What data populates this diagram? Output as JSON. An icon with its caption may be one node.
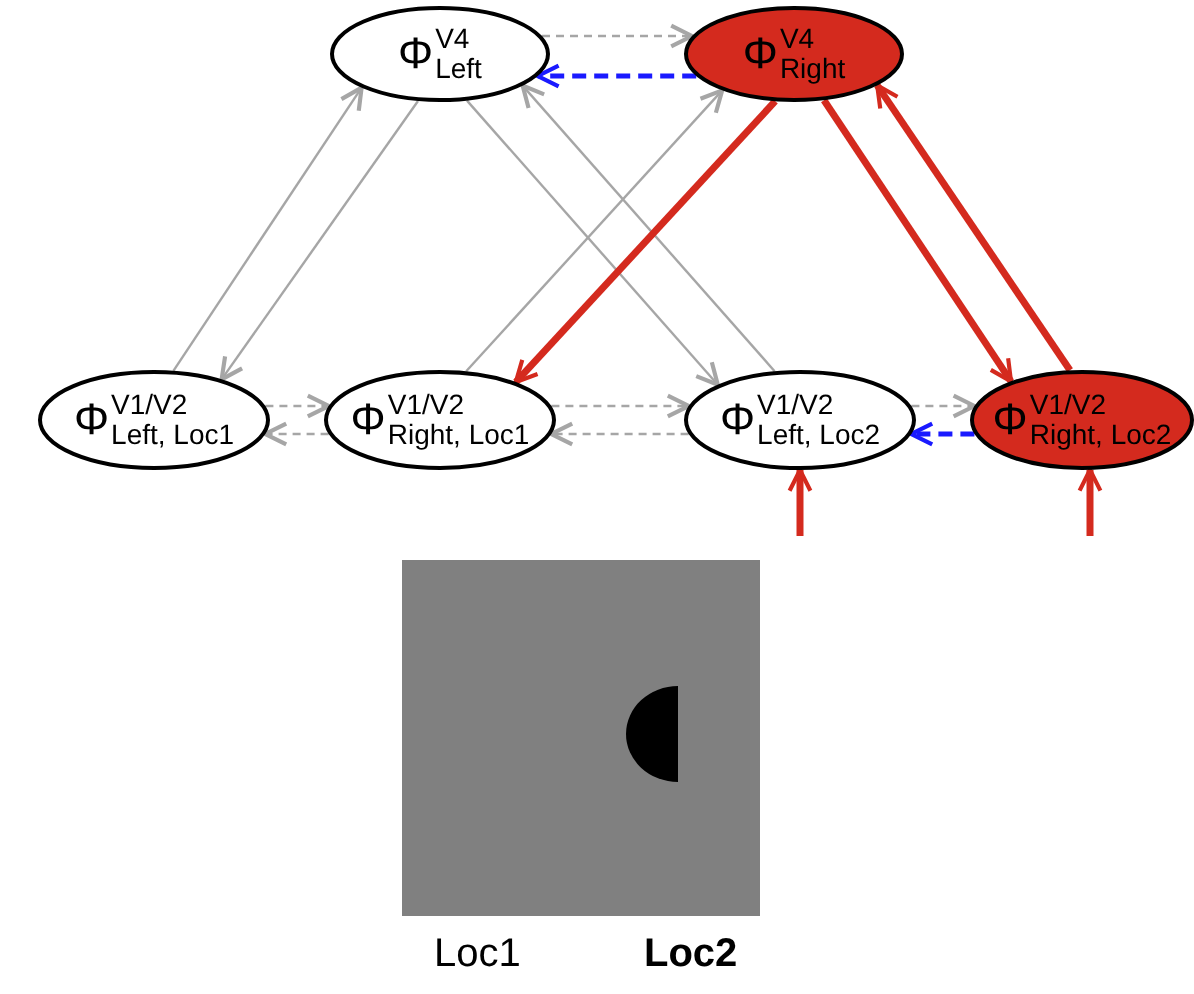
{
  "diagram": {
    "nodes": [
      {
        "text": [
          "Φ$^{V4}$$_{Left}$"
        ]
      },
      {
        "text": [
          "Φ$^{V4}$$_{Right}$"
        ]
      },
      {
        "text": [
          "Φ$^{V1/V2}$$_{Left, Loc1}$"
        ]
      },
      {
        "text": [
          "Φ$^{V1/V2}$$_{Right, Loc1}$"
        ]
      },
      {
        "text": [
          "Φ$^{V1/V2}$$_{Left, Loc2}$"
        ]
      },
      {
        "text": [
          "Φ$^{V1/V2}$$_{Right, Loc2}$"
        ]
      }
    ],
    "edges": [
      {
        "from": 0,
        "to": 1,
        "arrow": "to",
        "style": "dashed"
      },
      {
        "from": 1,
        "to": 0,
        "arrow": "to",
        "style": "dashed",
        "color": "#1a1aff"
      },
      {
        "from": 2,
        "to": 3,
        "arrow": "to",
        "style": "dashed"
      },
      {
        "from": 3,
        "to": 2,
        "arrow": "to",
        "style": "dashed"
      },
      {
        "from": 3,
        "to": 4,
        "arrow": "to",
        "style": "dashed"
      },
      {
        "from": 4,
        "to": 3,
        "arrow": "to",
        "style": "dashed"
      },
      {
        "from": 4,
        "to": 5,
        "arrow": "to",
        "style": "dashed"
      },
      {
        "from": 5,
        "to": 4,
        "arrow": "to",
        "style": "dashed",
        "color": "#1a1aff"
      },
      {
        "from": 2,
        "to": 0,
        "arrow": "to"
      },
      {
        "from": 0,
        "to": 2,
        "arrow": "to"
      },
      {
        "from": 3,
        "to": 1,
        "arrow": "to"
      },
      {
        "from": 0,
        "to": 4,
        "arrow": "to"
      },
      {
        "from": 4,
        "to": 0,
        "arrow": "to"
      },
      {
        "from": 1,
        "to": 3,
        "arrow": "to",
        "style": "thick",
        "color": "#d42a1e"
      },
      {
        "from": 1,
        "to": 5,
        "arrow": "to",
        "style": "thick",
        "color": "#d42a1e"
      },
      {
        "from": 5,
        "to": 1,
        "arrow": "to",
        "style": "thick",
        "color": "#d42a1e"
      },
      {
        "from": null,
        "to": 4,
        "arrow": "to",
        "style": "thick",
        "color": "#d42a1e"
      },
      {
        "from": null,
        "to": 5,
        "arrow": "to",
        "style": "thick",
        "color": "#d42a1e"
      }
    ],
    "labels": [
      "Loc1",
      "Loc2"
    ]
  }
}
